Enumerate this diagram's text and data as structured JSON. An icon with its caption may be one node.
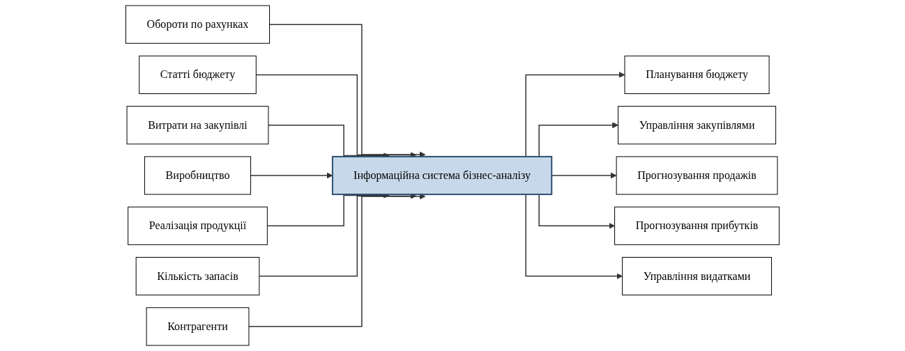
{
  "diagram": {
    "nodes": [
      {
        "text": [
          "Обороти по рахунках"
        ]
      },
      {
        "text": [
          "Статті бюджету"
        ]
      },
      {
        "text": [
          "Витрати на закупівлі"
        ]
      },
      {
        "text": [
          "Виробництво"
        ]
      },
      {
        "text": [
          "Реалізація продукції"
        ]
      },
      {
        "text": [
          "Кількість запасів"
        ]
      },
      {
        "text": [
          "Контрагенти"
        ]
      },
      {
        "text": [
          "Інформаційна система бізнес-аналізу"
        ]
      },
      {
        "text": [
          "Планування бюджету"
        ]
      },
      {
        "text": [
          "Управління закупівлями"
        ]
      },
      {
        "text": [
          "Прогнозування продажів"
        ]
      },
      {
        "text": [
          "Прогнозування прибутків"
        ]
      },
      {
        "text": [
          "Управління видатками"
        ]
      }
    ],
    "edges": [
      {
        "from": 0,
        "to": 7,
        "arrow": "to"
      },
      {
        "from": 1,
        "to": 7,
        "arrow": "to"
      },
      {
        "from": 2,
        "to": 7,
        "arrow": "to"
      },
      {
        "from": 3,
        "to": 7,
        "arrow": "to"
      },
      {
        "from": 4,
        "to": 7,
        "arrow": "to"
      },
      {
        "from": 5,
        "to": 7,
        "arrow": "to"
      },
      {
        "from": 6,
        "to": 7,
        "arrow": "to"
      },
      {
        "from": 7,
        "to": 8,
        "arrow": "to"
      },
      {
        "from": 7,
        "to": 9,
        "arrow": "to"
      },
      {
        "from": 7,
        "to": 10,
        "arrow": "to"
      },
      {
        "from": 7,
        "to": 11,
        "arrow": "to"
      },
      {
        "from": 7,
        "to": 12,
        "arrow": "to"
      }
    ]
  }
}
